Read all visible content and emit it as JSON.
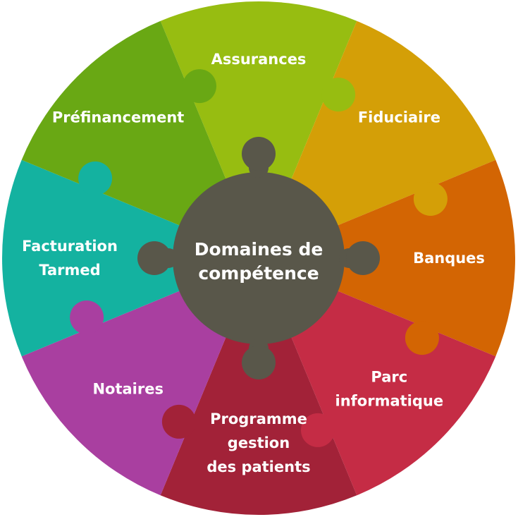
{
  "center": {
    "lines": [
      "Domaines de",
      "compétence"
    ],
    "color": "#59574a"
  },
  "segments": [
    {
      "id": "assurances",
      "lines": [
        "Assurances"
      ],
      "color": "#97bd11"
    },
    {
      "id": "fiduciaire",
      "lines": [
        "Fiduciaire"
      ],
      "color": "#d49f07"
    },
    {
      "id": "banques",
      "lines": [
        "Banques"
      ],
      "color": "#d36503"
    },
    {
      "id": "parc-informatique",
      "lines": [
        "Parc",
        "informatique"
      ],
      "color": "#c52c45"
    },
    {
      "id": "programme-gestion",
      "lines": [
        "Programme",
        "gestion",
        "des patients"
      ],
      "color": "#a22238"
    },
    {
      "id": "notaires",
      "lines": [
        "Notaires"
      ],
      "color": "#a93fa0"
    },
    {
      "id": "facturation-tarmed",
      "lines": [
        "Facturation",
        "Tarmed"
      ],
      "color": "#14b2a0"
    },
    {
      "id": "prefinancement",
      "lines": [
        "Préfinancement"
      ],
      "color": "#69a814"
    }
  ]
}
